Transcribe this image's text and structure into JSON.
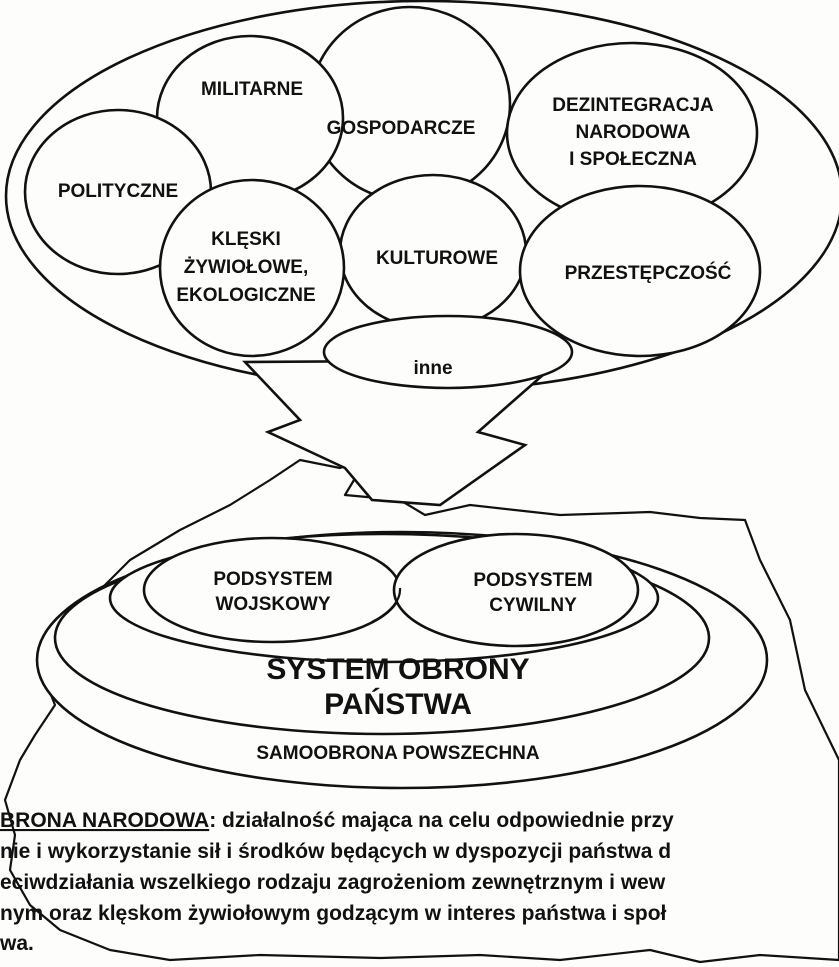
{
  "threats": {
    "militarne": "MILITARNE",
    "gospodarcze": "GOSPODARCZE",
    "dezintegracja": [
      "DEZINTEGRACJA",
      "NARODOWA",
      "I SPOŁECZNA"
    ],
    "polityczne": "POLITYCZNE",
    "kleski": [
      "KLĘSKI",
      "ŻYWIOŁOWE,",
      "EKOLOGICZNE"
    ],
    "kulturowe": "KULTUROWE",
    "przestepczosc": "PRZESTĘPCZOŚĆ",
    "inne": "inne"
  },
  "defense": {
    "wojskowy": [
      "PODSYSTEM",
      "WOJSKOWY"
    ],
    "cywilny": [
      "PODSYSTEM",
      "CYWILNY"
    ],
    "system": [
      "SYSTEM OBRONY",
      "PAŃSTWA"
    ],
    "samoobrona": "SAMOOBRONA POWSZECHNA"
  },
  "definition": {
    "term": "BRONA NARODOWA",
    "lines": [
      ": działalność mająca na celu odpowiednie przy",
      "nie i wykorzystanie sił i środków będących w dyspozycji państwa d",
      "eciwdziałania wszelkiego rodzaju zagrożeniom zewnętrznym i wew",
      "nym oraz klęskom żywiołowym godzącym w interes państwa i społ",
      "wa."
    ]
  }
}
